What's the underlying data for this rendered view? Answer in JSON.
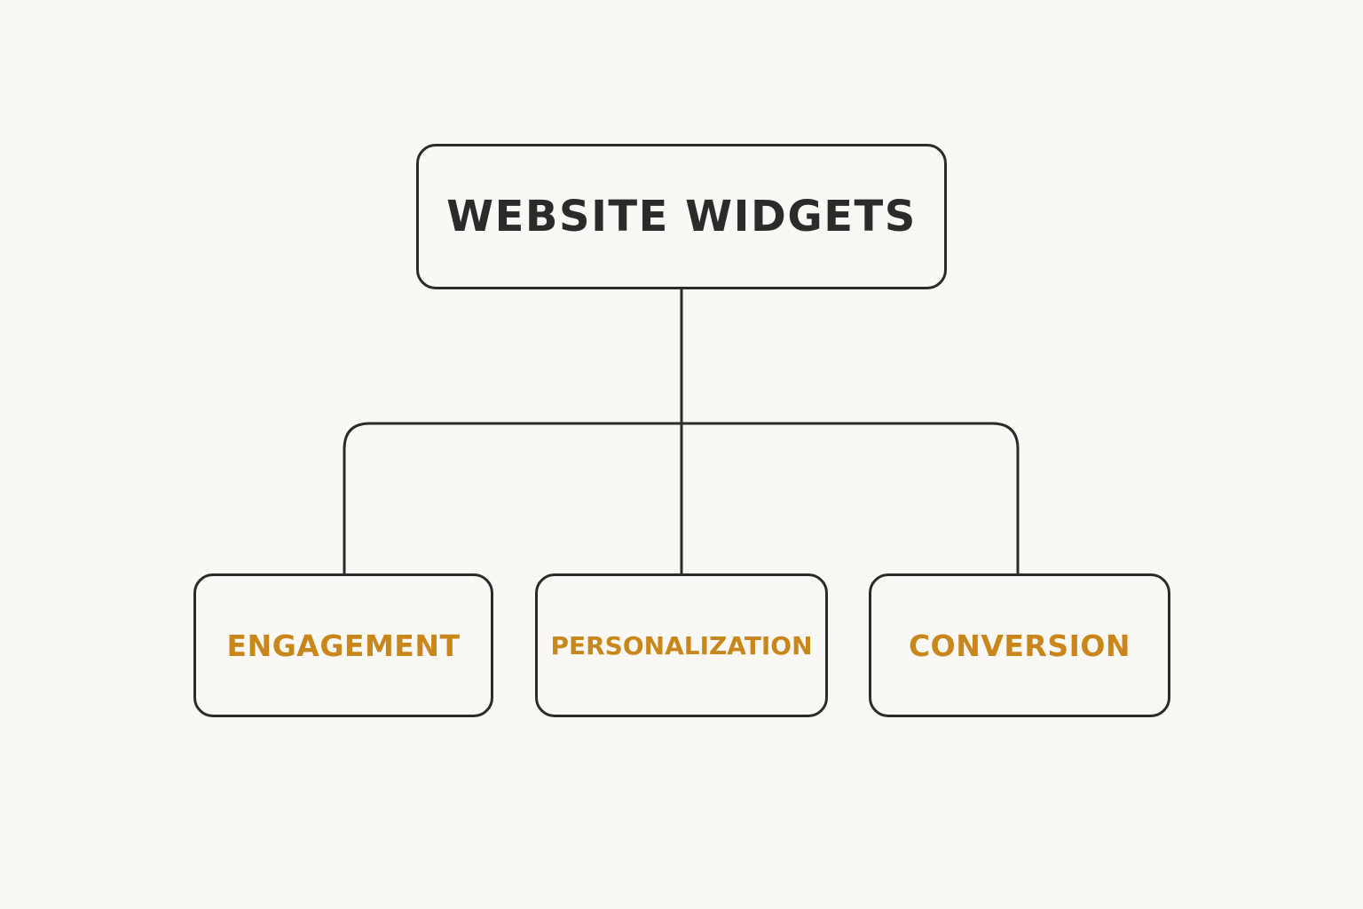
{
  "colors": {
    "background": "#faf8f4",
    "line": "#2b2b2b",
    "root_text": "#2b2b2b",
    "child_text": "#c9861a"
  },
  "diagram": {
    "root": {
      "label": "WEBSITE WIDGETS"
    },
    "children": [
      {
        "label": "ENGAGEMENT"
      },
      {
        "label": "PERSONALIZATION"
      },
      {
        "label": "CONVERSION"
      }
    ]
  }
}
